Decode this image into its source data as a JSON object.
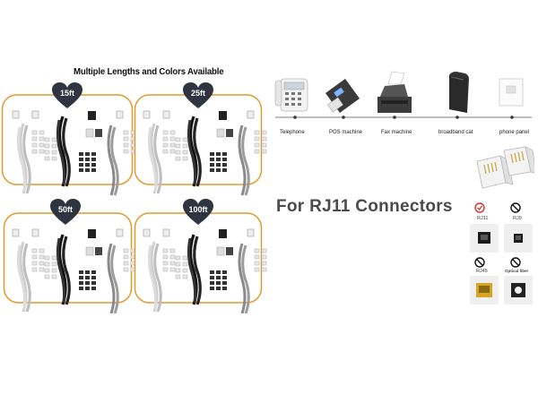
{
  "headline": "Multiple Lengths and Colors Available",
  "panels": [
    {
      "length": "15ft"
    },
    {
      "length": "25ft"
    },
    {
      "length": "50ft"
    },
    {
      "length": "100ft"
    }
  ],
  "devices": [
    {
      "label": "Telephone",
      "icon": "telephone-icon"
    },
    {
      "label": "POS machine",
      "icon": "pos-machine-icon"
    },
    {
      "label": "Fax machine",
      "icon": "fax-machine-icon"
    },
    {
      "label": "broadband  cat",
      "icon": "router-icon"
    },
    {
      "label": "phone panel",
      "icon": "wall-plate-icon"
    }
  ],
  "main_title": "For RJ11 Connectors",
  "connectors": [
    {
      "label": "RJ11",
      "status": "check"
    },
    {
      "label": "RJ9",
      "status": "no"
    },
    {
      "label": "RJ45",
      "status": "no"
    },
    {
      "label": "Optical fiber",
      "status": "no"
    }
  ],
  "colors": {
    "accent": "#e39a2d",
    "heart": "#2f3540",
    "no": "#111111",
    "check": "#d9302c"
  }
}
